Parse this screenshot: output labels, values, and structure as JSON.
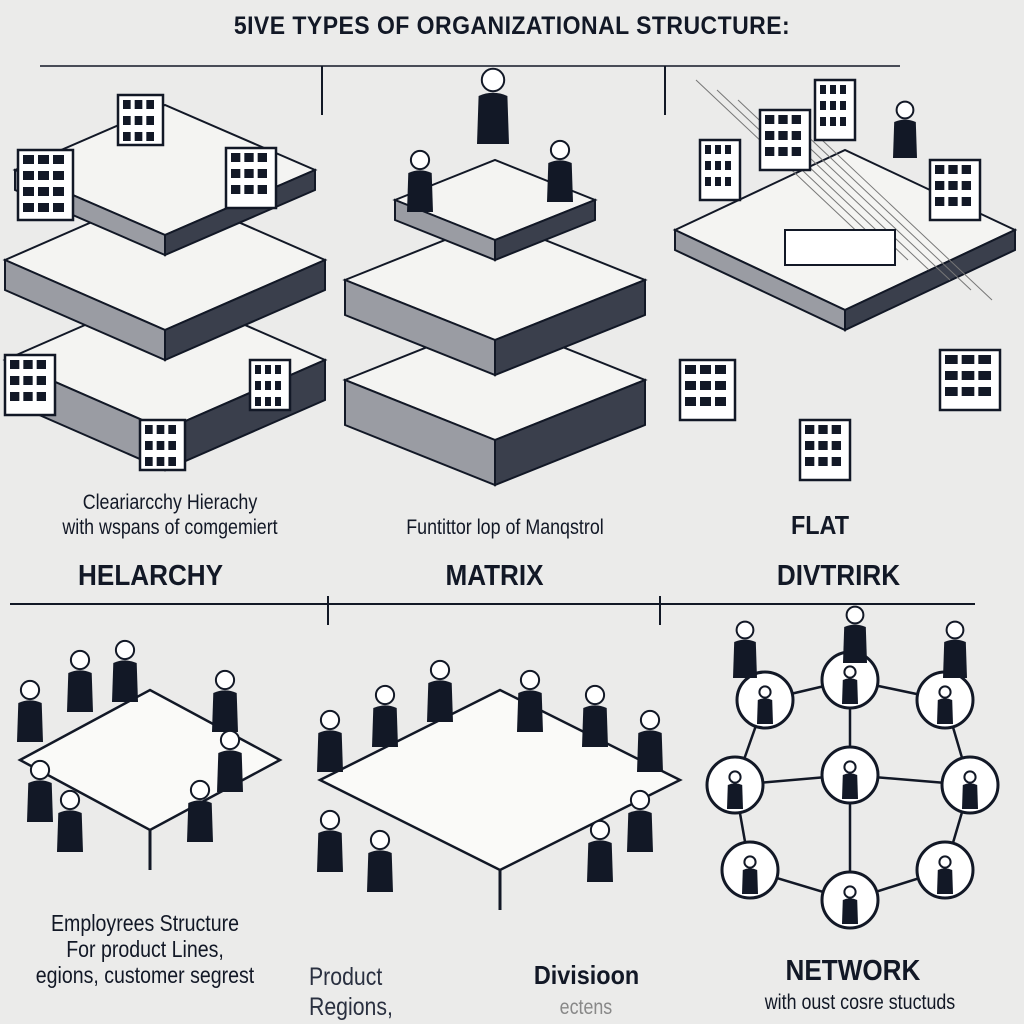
{
  "title": "5IVE TYPES OF ORGANIZATIONAL STRUCTURE:",
  "top_panels": [
    {
      "description": [
        "Cleariarcchy Hierachy",
        "with wspans of comgemiert"
      ],
      "label": "HELARCHY"
    },
    {
      "description": [
        "Funtittor lop of Manqstrol"
      ],
      "label": "MATRIX"
    },
    {
      "description": [
        "FLAT"
      ],
      "label": "DIVTRIRK"
    }
  ],
  "bottom_panels": [
    {
      "description": [
        "Employrees Structure",
        "For product Lines,",
        "egions, customer segrest"
      ]
    },
    {
      "description": [
        "Product",
        "Regions,"
      ],
      "label": "Divisioon",
      "sublabel": "ectens"
    },
    {
      "label": "NETWORK",
      "description": [
        "with oust cosre stuctuds"
      ]
    }
  ],
  "colors": {
    "ink": "#121826",
    "background": "#ebebea",
    "panel": "#f4f4f2"
  }
}
